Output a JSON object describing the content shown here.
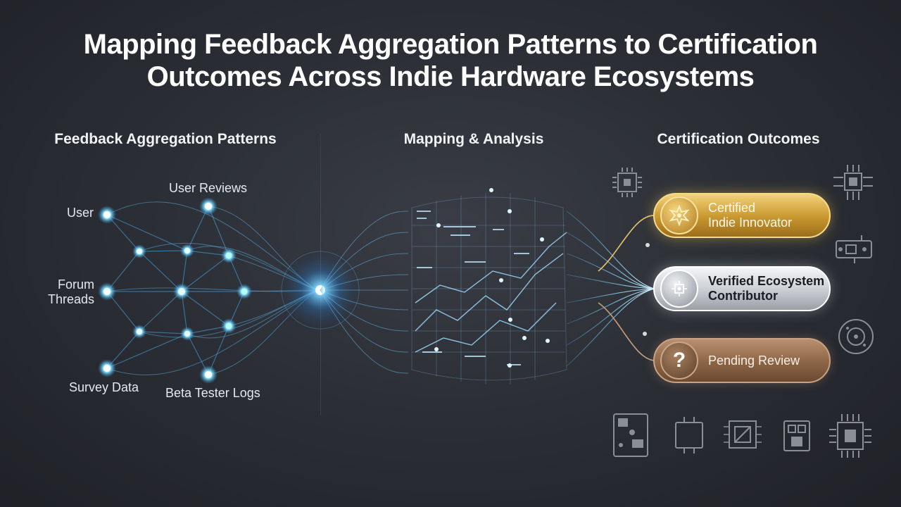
{
  "title": {
    "line1": "Mapping Feedback Aggregation Patterns to Certification",
    "line2": "Outcomes Across Indie Hardware Ecosystems"
  },
  "sections": {
    "left": "Feedback Aggregation Patterns",
    "middle": "Mapping & Analysis",
    "right": "Certification Outcomes"
  },
  "sources": {
    "user": "User",
    "user_reviews": "User Reviews",
    "forum_threads": "Forum\nThreads",
    "survey_data": "Survey Data",
    "beta_tester_logs": "Beta Tester Logs"
  },
  "outcomes": [
    {
      "label": "Certified\nIndie Innovator",
      "style": "gold",
      "icon": "starburst-badge-icon"
    },
    {
      "label": "Verified Ecosystem\nContributor",
      "style": "silver",
      "icon": "chip-badge-icon"
    },
    {
      "label": "Pending Review",
      "style": "bronze",
      "icon": "question-mark-icon",
      "glyph": "?"
    }
  ],
  "colors": {
    "accent_blue": "#4fb8ff",
    "node_teal": "#7fe6e0",
    "gold": "#d4a23a",
    "silver": "#c9ccd1",
    "bronze": "#8c6546"
  },
  "decorations": [
    "microchip-icon",
    "circuit-board-icon",
    "sensor-module-icon",
    "round-board-icon"
  ]
}
